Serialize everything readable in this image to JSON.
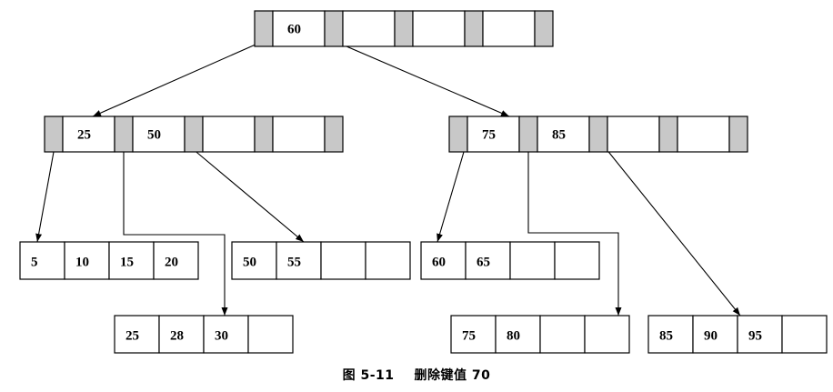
{
  "caption": {
    "label": "图 5-11",
    "text": "删除键值 70"
  },
  "tree": {
    "root": {
      "keys": [
        "60",
        "",
        "",
        ""
      ]
    },
    "internal": [
      {
        "keys": [
          "25",
          "50",
          "",
          ""
        ]
      },
      {
        "keys": [
          "75",
          "85",
          "",
          ""
        ]
      }
    ],
    "leaves": [
      {
        "keys": [
          "5",
          "10",
          "15",
          "20"
        ]
      },
      {
        "keys": [
          "25",
          "28",
          "30",
          ""
        ]
      },
      {
        "keys": [
          "50",
          "55",
          "",
          ""
        ]
      },
      {
        "keys": [
          "60",
          "65",
          "",
          ""
        ]
      },
      {
        "keys": [
          "75",
          "80",
          "",
          ""
        ]
      },
      {
        "keys": [
          "85",
          "90",
          "95",
          ""
        ]
      }
    ]
  }
}
